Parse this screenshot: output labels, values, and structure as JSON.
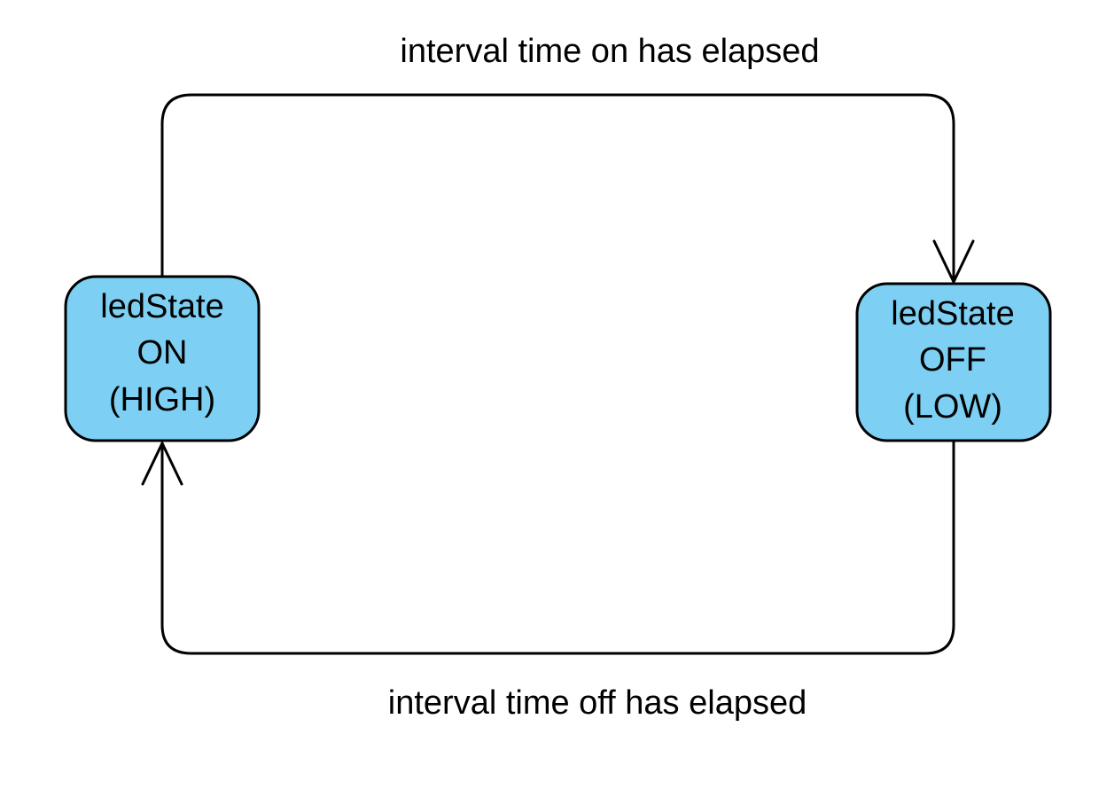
{
  "colors": {
    "state_fill": "#7dd0f3",
    "stroke": "#000000",
    "background": "#ffffff"
  },
  "states": [
    {
      "id": "on",
      "lines": [
        "ledState",
        "ON",
        "(HIGH)"
      ]
    },
    {
      "id": "off",
      "lines": [
        "ledState",
        "OFF",
        "(LOW)"
      ]
    }
  ],
  "transitions": [
    {
      "from": "on",
      "to": "off",
      "label": "interval time on has elapsed"
    },
    {
      "from": "off",
      "to": "on",
      "label": "interval time off has elapsed"
    }
  ]
}
